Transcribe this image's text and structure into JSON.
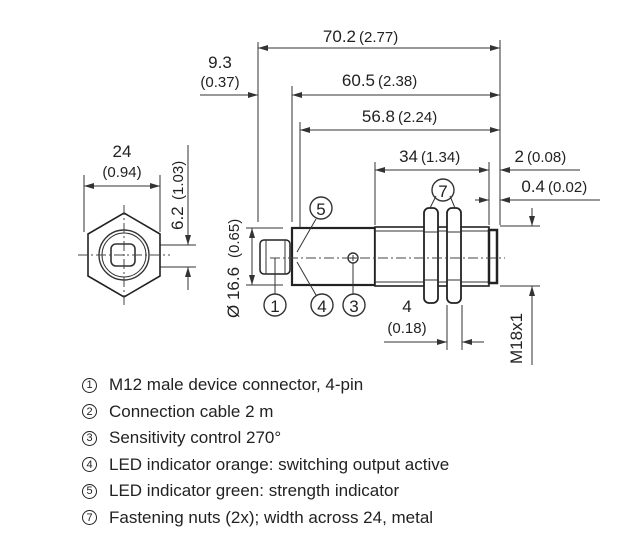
{
  "dimensions": {
    "overall_length": "70.2",
    "overall_length_in": "(2.77)",
    "connector_offset": "9.3",
    "connector_offset_in": "(0.37)",
    "length_60": "60.5",
    "length_60_in": "(2.38)",
    "length_56": "56.8",
    "length_56_in": "(2.24)",
    "thread_length": "34",
    "thread_length_in": "(1.34)",
    "front_2": "2",
    "front_2_in": "(0.08)",
    "front_04": "0.4",
    "front_04_in": "(0.02)",
    "hex_width": "24",
    "hex_width_in": "(0.94)",
    "slot": "6.2",
    "slot_in": "(1.03)",
    "diameter": "Ø 16.6",
    "diameter_in": "(0.65)",
    "nut_thickness": "4",
    "nut_thickness_in": "(0.18)",
    "thread": "M18x1"
  },
  "callouts": [
    "1",
    "3",
    "4",
    "5",
    "7"
  ],
  "legend": [
    {
      "num": "1",
      "text": "M12 male device connector, 4-pin"
    },
    {
      "num": "2",
      "text": "Connection cable 2 m"
    },
    {
      "num": "3",
      "text": "Sensitivity control 270°"
    },
    {
      "num": "4",
      "text": "LED indicator orange: switching output active"
    },
    {
      "num": "5",
      "text": "LED indicator green: strength indicator"
    },
    {
      "num": "7",
      "text": "Fastening nuts (2x); width across 24, metal"
    }
  ]
}
